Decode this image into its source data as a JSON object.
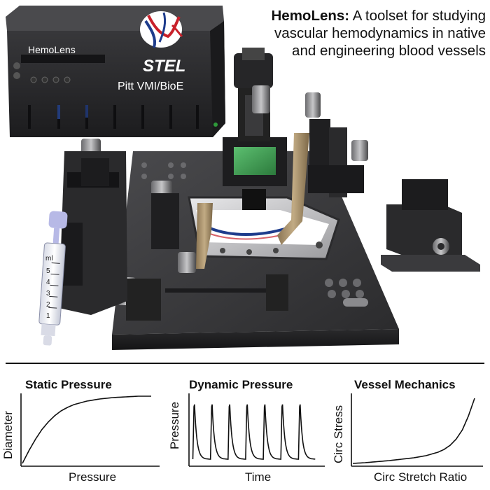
{
  "headline": {
    "brand": "HemoLens:",
    "rest": " A toolset for studying vascular hemodynamics in native and engineering blood vessels"
  },
  "device": {
    "brand_label": "HemoLens",
    "logo_text": "STEL",
    "affiliation": "Pitt VMI/BioE",
    "syringe_marks": [
      "ml",
      "5",
      "4",
      "3",
      "2",
      "1"
    ]
  },
  "colors": {
    "body": "#2a2a2c",
    "logo_red": "#c8202a",
    "logo_blue": "#1e3c8c",
    "green_filter": "#3f9a52",
    "bronze": "#a8916a",
    "syringe_plunger": "#b7b9e6"
  },
  "panels": [
    {
      "title": "Static Pressure",
      "xlabel": "Pressure",
      "ylabel": "Diameter"
    },
    {
      "title": "Dynamic Pressure",
      "xlabel": "Time",
      "ylabel": "Pressure"
    },
    {
      "title": "Vessel Mechanics",
      "xlabel": "Circ Stretch Ratio",
      "ylabel": "Circ Stress"
    }
  ],
  "chart_data": [
    {
      "type": "line",
      "title": "Static Pressure",
      "xlabel": "Pressure",
      "ylabel": "Diameter",
      "x": [
        0,
        0.05,
        0.1,
        0.15,
        0.2,
        0.25,
        0.3,
        0.35,
        0.4,
        0.5,
        0.6,
        0.7,
        0.8,
        0.9,
        1.0
      ],
      "y": [
        0.02,
        0.2,
        0.36,
        0.5,
        0.61,
        0.7,
        0.77,
        0.82,
        0.86,
        0.91,
        0.94,
        0.96,
        0.97,
        0.98,
        0.98
      ],
      "ticks": "none"
    },
    {
      "type": "line",
      "title": "Dynamic Pressure",
      "xlabel": "Time",
      "ylabel": "Pressure",
      "pulses": 7,
      "baseline": 0.08,
      "peak": 0.98,
      "ticks": "none"
    },
    {
      "type": "line",
      "title": "Vessel Mechanics",
      "xlabel": "Circ Stretch Ratio",
      "ylabel": "Circ Stress",
      "x": [
        0,
        0.1,
        0.2,
        0.3,
        0.4,
        0.5,
        0.6,
        0.7,
        0.75,
        0.8,
        0.85,
        0.9,
        0.95,
        1.0
      ],
      "y": [
        0.02,
        0.03,
        0.045,
        0.06,
        0.08,
        0.1,
        0.13,
        0.18,
        0.22,
        0.28,
        0.37,
        0.5,
        0.7,
        0.95
      ],
      "ticks": "none"
    }
  ]
}
